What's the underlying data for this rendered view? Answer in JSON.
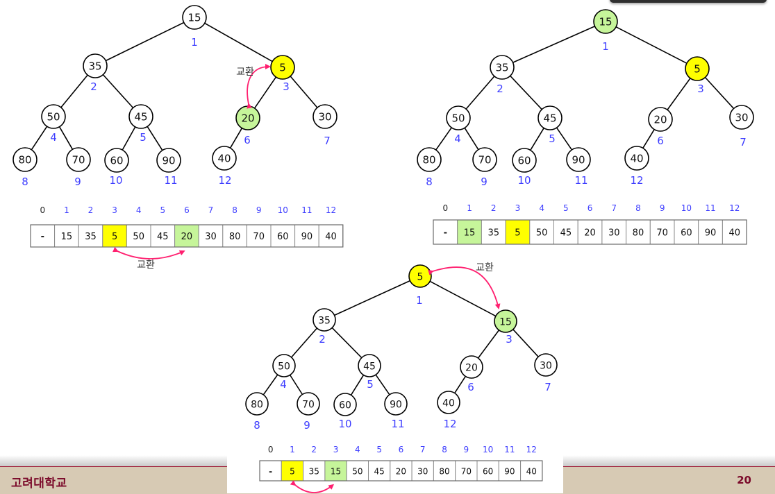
{
  "colors": {
    "node_fill": "#ffffff",
    "node_stroke": "#000000",
    "highlight_yellow": "#ffff00",
    "highlight_green": "#c6f59a",
    "index_label": "#3d3dff",
    "swap_arrow": "#ff1f6f",
    "footer_text": "#7b0a2a",
    "footer_bg": "#d7cab4"
  },
  "footer": {
    "institution": "고려대학교",
    "page_number": "20"
  },
  "panels": [
    {
      "id": "step-a",
      "swap_label": "교환",
      "nodes": [
        {
          "index": "1",
          "value": "15",
          "highlight": "none"
        },
        {
          "index": "2",
          "value": "35",
          "highlight": "none"
        },
        {
          "index": "3",
          "value": "5",
          "highlight": "yellow"
        },
        {
          "index": "4",
          "value": "50",
          "highlight": "none"
        },
        {
          "index": "5",
          "value": "45",
          "highlight": "none"
        },
        {
          "index": "6",
          "value": "20",
          "highlight": "green"
        },
        {
          "index": "7",
          "value": "30",
          "highlight": "none"
        },
        {
          "index": "8",
          "value": "80",
          "highlight": "none"
        },
        {
          "index": "9",
          "value": "70",
          "highlight": "none"
        },
        {
          "index": "10",
          "value": "60",
          "highlight": "none"
        },
        {
          "index": "11",
          "value": "90",
          "highlight": "none"
        },
        {
          "index": "12",
          "value": "40",
          "highlight": "none"
        }
      ],
      "array": {
        "indices": [
          "0",
          "1",
          "2",
          "3",
          "4",
          "5",
          "6",
          "7",
          "8",
          "9",
          "10",
          "11",
          "12"
        ],
        "cells": [
          "-",
          "15",
          "35",
          "5",
          "50",
          "45",
          "20",
          "30",
          "80",
          "70",
          "60",
          "90",
          "40"
        ],
        "highlights": [
          "none",
          "none",
          "none",
          "yellow",
          "none",
          "none",
          "green",
          "none",
          "none",
          "none",
          "none",
          "none",
          "none"
        ],
        "swap_label": "교환",
        "swap_between": [
          3,
          6
        ]
      },
      "tree_swap_between": [
        3,
        6
      ]
    },
    {
      "id": "step-b",
      "swap_label": "",
      "nodes": [
        {
          "index": "1",
          "value": "15",
          "highlight": "green"
        },
        {
          "index": "2",
          "value": "35",
          "highlight": "none"
        },
        {
          "index": "3",
          "value": "5",
          "highlight": "yellow"
        },
        {
          "index": "4",
          "value": "50",
          "highlight": "none"
        },
        {
          "index": "5",
          "value": "45",
          "highlight": "none"
        },
        {
          "index": "6",
          "value": "20",
          "highlight": "none"
        },
        {
          "index": "7",
          "value": "30",
          "highlight": "none"
        },
        {
          "index": "8",
          "value": "80",
          "highlight": "none"
        },
        {
          "index": "9",
          "value": "70",
          "highlight": "none"
        },
        {
          "index": "10",
          "value": "60",
          "highlight": "none"
        },
        {
          "index": "11",
          "value": "90",
          "highlight": "none"
        },
        {
          "index": "12",
          "value": "40",
          "highlight": "none"
        }
      ],
      "array": {
        "indices": [
          "0",
          "1",
          "2",
          "3",
          "4",
          "5",
          "6",
          "7",
          "8",
          "9",
          "10",
          "11",
          "12"
        ],
        "cells": [
          "-",
          "15",
          "35",
          "5",
          "50",
          "45",
          "20",
          "30",
          "80",
          "70",
          "60",
          "90",
          "40"
        ],
        "highlights": [
          "none",
          "green",
          "none",
          "yellow",
          "none",
          "none",
          "none",
          "none",
          "none",
          "none",
          "none",
          "none",
          "none"
        ],
        "swap_label": "",
        "swap_between": []
      },
      "tree_swap_between": []
    },
    {
      "id": "step-c",
      "swap_label": "교환",
      "nodes": [
        {
          "index": "1",
          "value": "5",
          "highlight": "yellow"
        },
        {
          "index": "2",
          "value": "35",
          "highlight": "none"
        },
        {
          "index": "3",
          "value": "15",
          "highlight": "green"
        },
        {
          "index": "4",
          "value": "50",
          "highlight": "none"
        },
        {
          "index": "5",
          "value": "45",
          "highlight": "none"
        },
        {
          "index": "6",
          "value": "20",
          "highlight": "none"
        },
        {
          "index": "7",
          "value": "30",
          "highlight": "none"
        },
        {
          "index": "8",
          "value": "80",
          "highlight": "none"
        },
        {
          "index": "9",
          "value": "70",
          "highlight": "none"
        },
        {
          "index": "10",
          "value": "60",
          "highlight": "none"
        },
        {
          "index": "11",
          "value": "90",
          "highlight": "none"
        },
        {
          "index": "12",
          "value": "40",
          "highlight": "none"
        }
      ],
      "array": {
        "indices": [
          "0",
          "1",
          "2",
          "3",
          "4",
          "5",
          "6",
          "7",
          "8",
          "9",
          "10",
          "11",
          "12"
        ],
        "cells": [
          "-",
          "5",
          "35",
          "15",
          "50",
          "45",
          "20",
          "30",
          "80",
          "70",
          "60",
          "90",
          "40"
        ],
        "highlights": [
          "none",
          "yellow",
          "none",
          "green",
          "none",
          "none",
          "none",
          "none",
          "none",
          "none",
          "none",
          "none",
          "none"
        ],
        "swap_label": "",
        "swap_between": [
          1,
          3
        ]
      },
      "tree_swap_between": [
        1,
        3
      ]
    }
  ]
}
